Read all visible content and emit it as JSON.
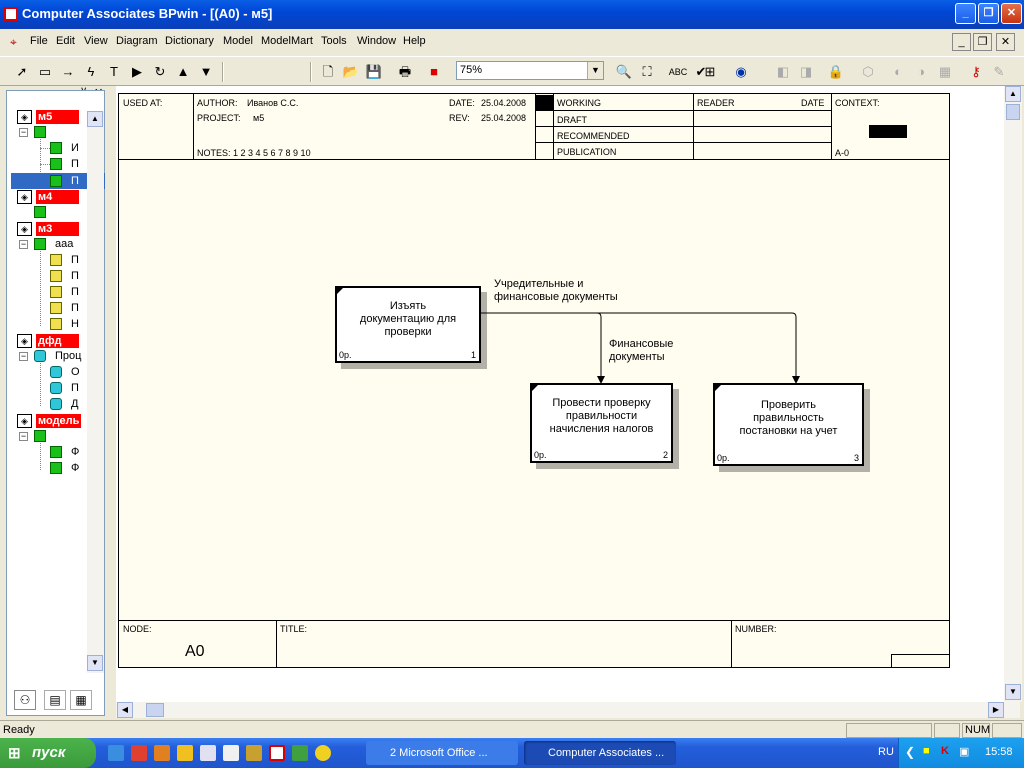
{
  "window": {
    "title": "Computer Associates BPwin - [(A0)  - м5]",
    "min": "_",
    "max": "❐",
    "close": "✕"
  },
  "menu": [
    "File",
    "Edit",
    "View",
    "Diagram",
    "Dictionary",
    "Model",
    "ModelMart",
    "Tools",
    "Window",
    "Help"
  ],
  "toolbar": {
    "zoom_value": "75%",
    "icons": [
      "pointer-icon",
      "box-icon",
      "arrow-icon",
      "squiggle-icon",
      "text-icon",
      "triangle-right-icon",
      "undo-circle-icon",
      "up-triangle-icon",
      "down-triangle-icon",
      "new-icon",
      "open-icon",
      "save-icon",
      "print-icon",
      "color-icon",
      "zoom-icon",
      "zoom-fit-icon",
      "spell-icon",
      "check-icon",
      "tree-icon",
      "model-icon"
    ]
  },
  "explorer": {
    "models": [
      {
        "label": "м5",
        "children": [
          {
            "label": "И"
          },
          {
            "label": "П"
          },
          {
            "label": "П",
            "selected": true
          }
        ]
      },
      {
        "label": "м4",
        "children": []
      },
      {
        "label": "м3",
        "root": "aaa",
        "children": [
          {
            "label": "П"
          },
          {
            "label": "П"
          },
          {
            "label": "П"
          },
          {
            "label": "П"
          },
          {
            "label": "Н"
          }
        ]
      },
      {
        "label": "дфд",
        "root": "Проц",
        "children": [
          {
            "label": "О"
          },
          {
            "label": "П"
          },
          {
            "label": "Д"
          }
        ]
      },
      {
        "label": "модель",
        "children": [
          {
            "label": "Ф"
          },
          {
            "label": "Ф"
          }
        ]
      }
    ]
  },
  "diagram": {
    "header": {
      "used_at": "USED AT:",
      "author_label": "AUTHOR:",
      "author": "Иванов С.С.",
      "project_label": "PROJECT:",
      "project": "м5",
      "date_label": "DATE:",
      "date": "25.04.2008",
      "rev_label": "REV:",
      "rev": "25.04.2008",
      "notes": "NOTES:  1  2  3  4  5  6  7  8  9  10",
      "working": "WORKING",
      "draft": "DRAFT",
      "recommended": "RECOMMENDED",
      "publication": "PUBLICATION",
      "reader": "READER",
      "reader_date": "DATE",
      "context": "CONTEXT:",
      "context_node": "A-0"
    },
    "activities": [
      {
        "name": "Изъять документацию для проверки",
        "cost": "0р.",
        "num": "1"
      },
      {
        "name": "Провести проверку правильности начисления налогов",
        "cost": "0р.",
        "num": "2"
      },
      {
        "name": "Проверить правильность постановки на учет",
        "cost": "0р.",
        "num": "3"
      }
    ],
    "arrows": [
      {
        "label": "Учредительные и финансовые документы"
      },
      {
        "label": "Финансовые документы"
      }
    ],
    "footer": {
      "node_label": "NODE:",
      "node": "A0",
      "title_label": "TITLE:",
      "number_label": "NUMBER:"
    }
  },
  "status": {
    "text": "Ready",
    "num": "NUM"
  },
  "taskbar": {
    "start": "пуск",
    "tasks": [
      "2 Microsoft Office ...",
      "Computer Associates ..."
    ],
    "lang": "RU",
    "time": "15:58"
  }
}
